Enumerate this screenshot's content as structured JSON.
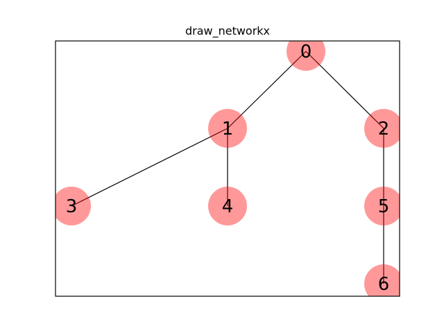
{
  "figure": {
    "title": "draw_networkx"
  },
  "graph": {
    "node_color": "#ff0000",
    "node_alpha": 0.4,
    "edge_color": "#000000",
    "nodes": [
      {
        "id": "0",
        "label": "0"
      },
      {
        "id": "1",
        "label": "1"
      },
      {
        "id": "2",
        "label": "2"
      },
      {
        "id": "3",
        "label": "3"
      },
      {
        "id": "4",
        "label": "4"
      },
      {
        "id": "5",
        "label": "5"
      },
      {
        "id": "6",
        "label": "6"
      }
    ],
    "edges": [
      {
        "source": "0",
        "target": "1"
      },
      {
        "source": "0",
        "target": "2"
      },
      {
        "source": "1",
        "target": "3"
      },
      {
        "source": "1",
        "target": "4"
      },
      {
        "source": "2",
        "target": "5"
      },
      {
        "source": "5",
        "target": "6"
      }
    ]
  }
}
